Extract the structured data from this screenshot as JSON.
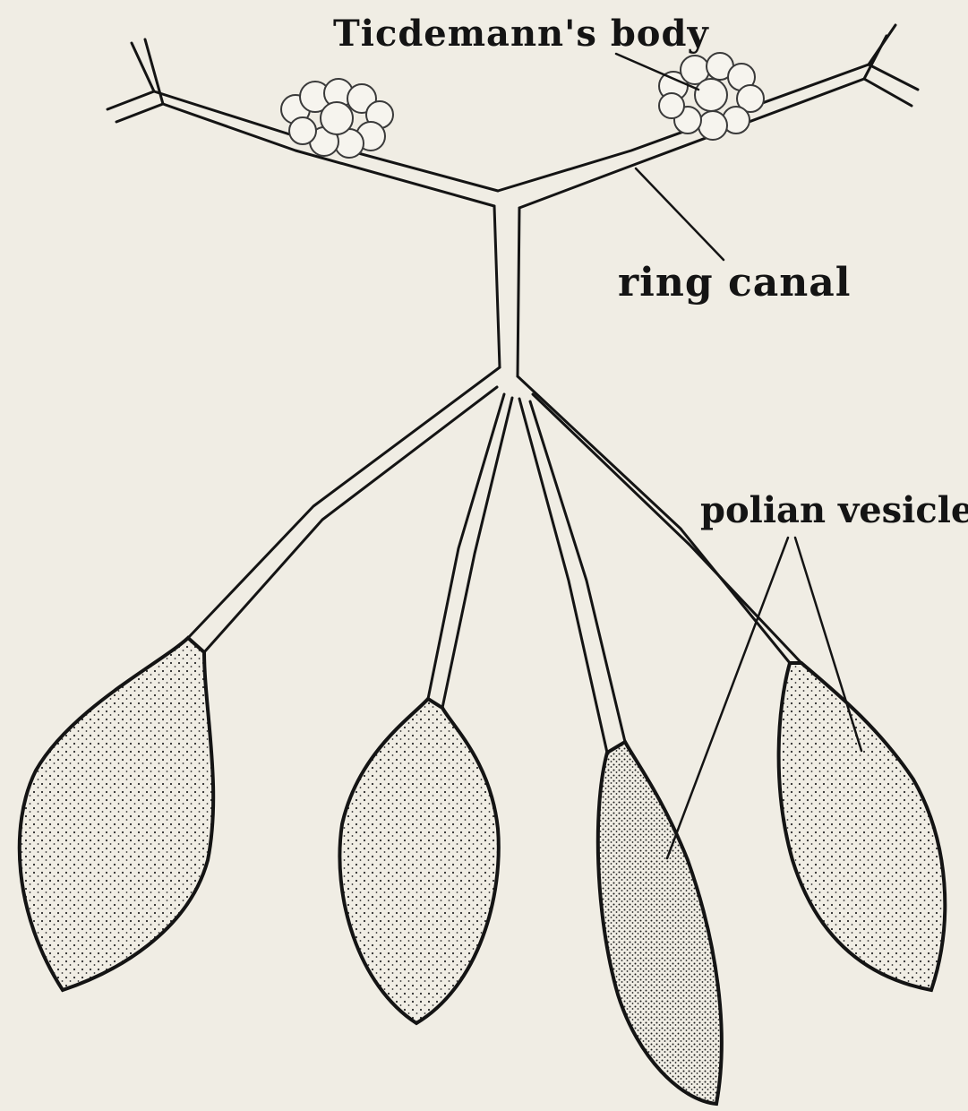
{
  "labels": {
    "tiedemann": "Ticdemann's body",
    "ring_canal": "ring canal",
    "polian": "polian vesicles"
  },
  "colors": {
    "paper": "#f0ede4",
    "ink": "#141414",
    "stipple": "#2a2a2a"
  }
}
